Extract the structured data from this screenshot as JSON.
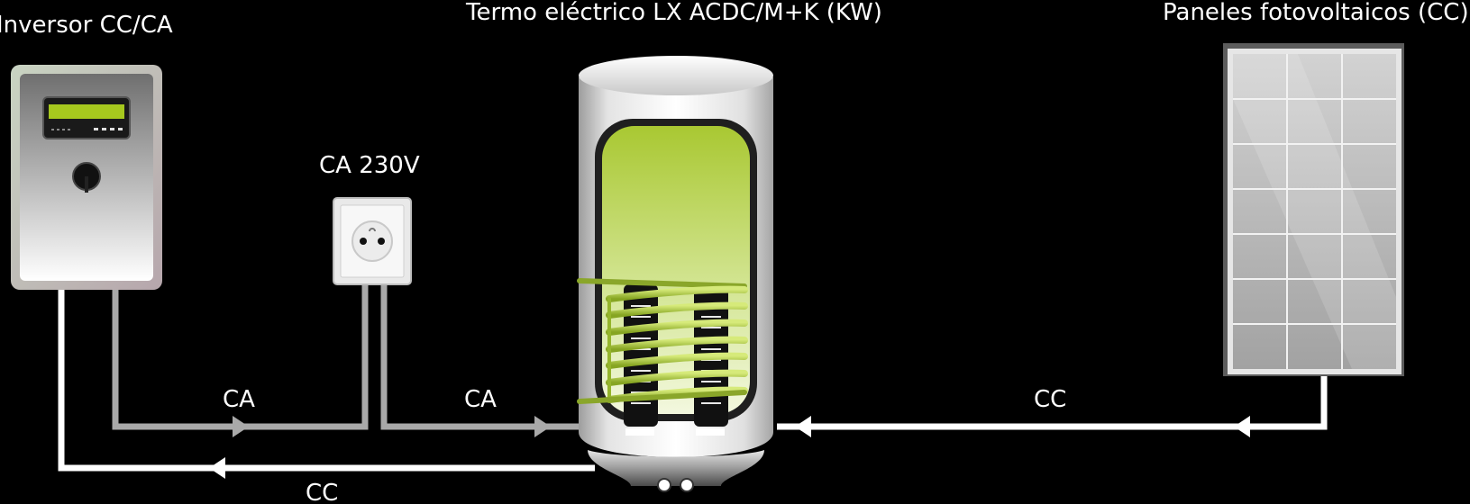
{
  "labels": {
    "inverter": "Inversor CC/CA",
    "heater": "Termo eléctrico LX ACDC/M+K (KW)",
    "panels": "Paneles fotovoltaicos (CC)",
    "socket": "CA 230V",
    "line_ca_1": "CA",
    "line_ca_2": "CA",
    "line_cc_panels": "CC",
    "line_cc_inverter": "CC"
  },
  "colors": {
    "background": "#000000",
    "cc_line": "#ffffff",
    "ca_line": "#a9a9a9",
    "display": "#a6c81e",
    "tank_water": "#b9d84a",
    "coil": "#a9c63a"
  }
}
